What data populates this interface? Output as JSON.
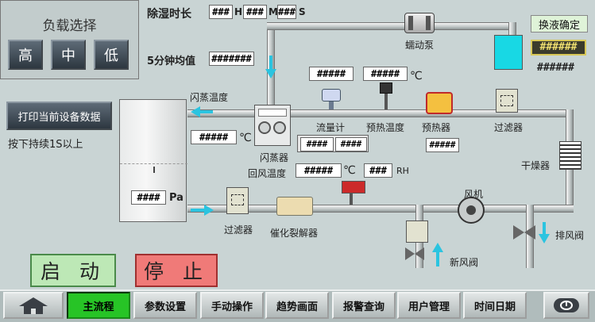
{
  "load_panel": {
    "title": "负载选择",
    "buttons": [
      "高",
      "中",
      "低"
    ]
  },
  "dehumid_time": {
    "label": "除湿时长",
    "hours": "###",
    "h_unit": "H",
    "minutes": "###",
    "m_unit": "M",
    "seconds": "###",
    "s_unit": "S"
  },
  "avg5": {
    "label": "5分钟均值",
    "value": "#######"
  },
  "print_button": {
    "label": "打印当前设备数据",
    "hint": "按下持续1S以上"
  },
  "evap_temp": {
    "label": "闪蒸温度",
    "value": "#####",
    "unit": "℃"
  },
  "evaporator": {
    "label": "闪蒸器"
  },
  "return_air": {
    "label": "回风温度",
    "temp_value": "#####",
    "temp_unit": "℃",
    "rh_value": "###",
    "rh_unit": "RH"
  },
  "tank_pressure": {
    "value": "####",
    "unit": "Pa"
  },
  "vacuum_pump": {
    "label": "蠕动泵"
  },
  "flow": {
    "label": "流量计",
    "value": "#####",
    "cells": [
      "####",
      "####"
    ]
  },
  "preheat_temp": {
    "label": "预热温度",
    "value": "#####",
    "unit": "℃"
  },
  "preheater": {
    "label": "预热器",
    "value": "#####"
  },
  "filter_top": {
    "label": "过滤器"
  },
  "filter_bottom": {
    "label": "过滤器"
  },
  "dryer": {
    "label": "干燥器"
  },
  "catalytic": {
    "label": "催化裂解器"
  },
  "fan": {
    "label": "风机"
  },
  "exhaust_valve": {
    "label": "排风阀"
  },
  "fresh_valve": {
    "label": "新风阀"
  },
  "liquid_change": {
    "button": "换液确定",
    "value1": "######",
    "value2": "######"
  },
  "start_button": "启 动",
  "stop_button": "停 止",
  "nav": {
    "tabs": [
      "主流程",
      "参数设置",
      "手动操作",
      "趋势画面",
      "报警查询",
      "用户管理",
      "时间日期"
    ],
    "active": "主流程"
  },
  "colors": {
    "flow_arrow": "#2bc4e0",
    "active_tab": "#27c426",
    "start": "#bde8b6",
    "stop": "#f07a78"
  }
}
